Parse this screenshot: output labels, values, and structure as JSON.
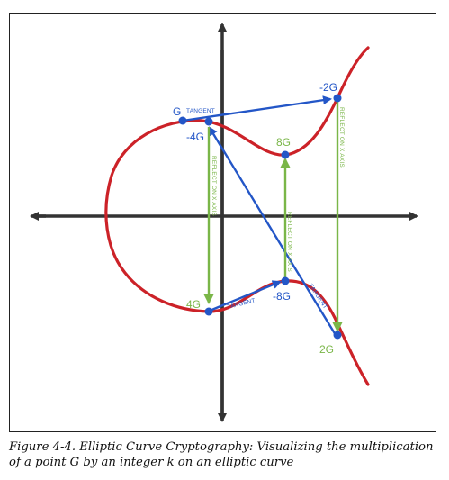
{
  "points": {
    "G": "G",
    "neg4G": "-4G",
    "neg2G": "-2G",
    "eightG": "8G",
    "fourG": "4G",
    "neg8G": "-8G",
    "twoG": "2G"
  },
  "annotations": {
    "tangent": "TANGENT",
    "reflect": "REFLECT ON X AXIS"
  },
  "caption": "Figure 4-4. Elliptic Curve Cryptography: Visualizing the multiplication of a point G by an integer k on an elliptic curve",
  "colors": {
    "curve": "#cc2228",
    "tangent": "#2356c7",
    "reflect": "#7ab648",
    "axes": "#333333"
  }
}
